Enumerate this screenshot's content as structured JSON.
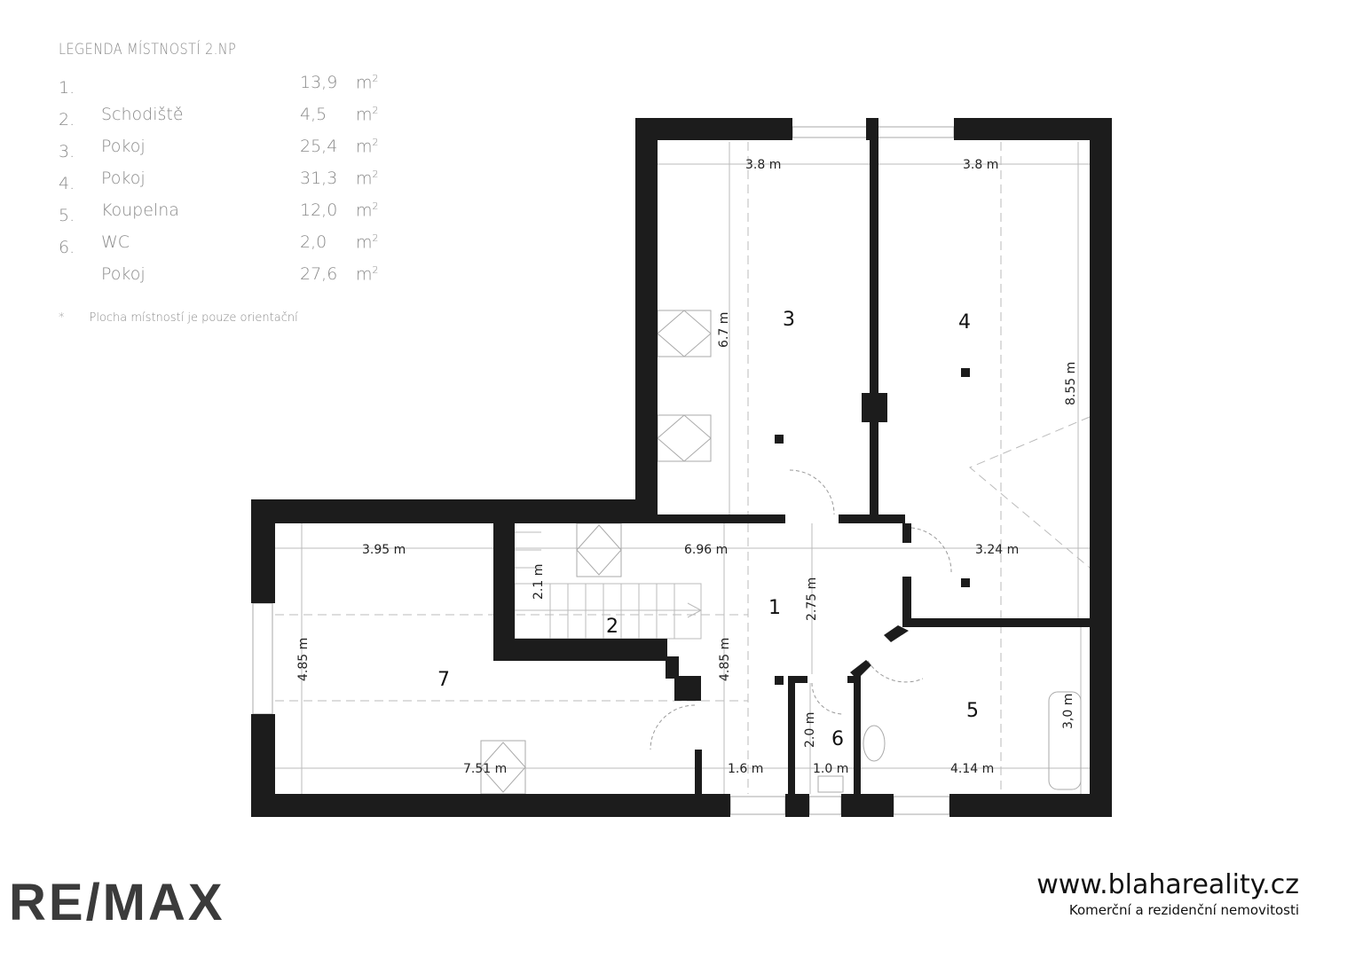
{
  "legend": {
    "title": "LEGENDA MÍSTNOSTÍ 2.NP",
    "rooms": [
      {
        "num": "1.",
        "name": "",
        "area": "13,9",
        "unit": "m"
      },
      {
        "num": "2.",
        "name": "Schodiště",
        "area": "4,5",
        "unit": "m"
      },
      {
        "num": "3.",
        "name": "Pokoj",
        "area": "25,4",
        "unit": "m"
      },
      {
        "num": "4.",
        "name": "Pokoj",
        "area": "31,3",
        "unit": "m"
      },
      {
        "num": "5.",
        "name": "Koupelna",
        "area": "12,0",
        "unit": "m"
      },
      {
        "num": "6.",
        "name": "WC",
        "area": "2,0",
        "unit": "m"
      },
      {
        "num": "",
        "name": "Pokoj",
        "area": "27,6",
        "unit": "m"
      }
    ],
    "unit_exp": "2",
    "note_star": "*",
    "note": "Plocha místností je pouze orientační"
  },
  "logo": "RE/MAX",
  "plan": {
    "room_numbers": [
      "1",
      "2",
      "3",
      "4",
      "5",
      "6",
      "7"
    ],
    "dimensions": {
      "d3w": "3.8 m",
      "d4w": "3.8 m",
      "d3h": "6.7 m",
      "d4h": "8.55 m",
      "d7w": "3.95 m",
      "d1w": "6.96 m",
      "d4b": "3.24 m",
      "d21": "2.1 m",
      "d275": "2.75 m",
      "d7h": "4.85 m",
      "d1h": "4.85 m",
      "d751": "7.51 m",
      "d16": "1.6 m",
      "d20": "2.0 m",
      "d10": "1.0 m",
      "d414": "4.14 m",
      "d30": "3,0 m"
    }
  },
  "footer": {
    "url": "www.blahareality.cz",
    "tagline": "Komerční a rezidenční nemovitosti"
  }
}
